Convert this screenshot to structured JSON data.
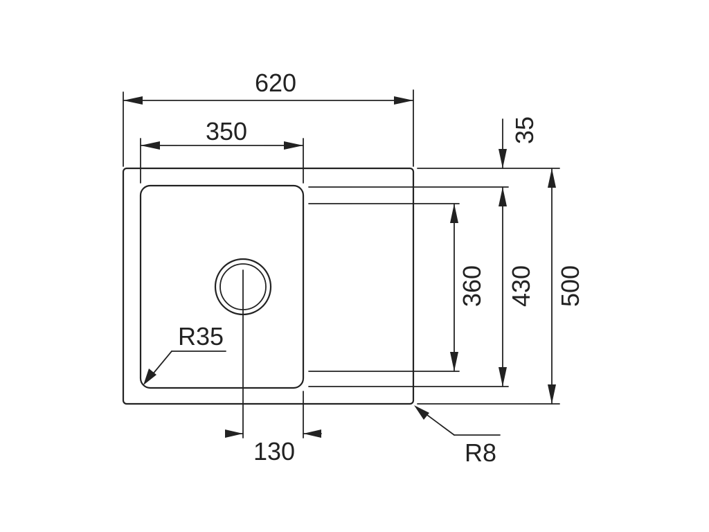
{
  "dimensions": {
    "overall_width": "620",
    "bowl_width": "350",
    "top_offset": "35",
    "drainer_depth": "360",
    "bowl_depth": "430",
    "overall_depth": "500",
    "corner_radius_bowl": "R35",
    "corner_radius_outer": "R8",
    "waste_offset": "130"
  },
  "colors": {
    "line": "#222222",
    "background": "#ffffff"
  }
}
